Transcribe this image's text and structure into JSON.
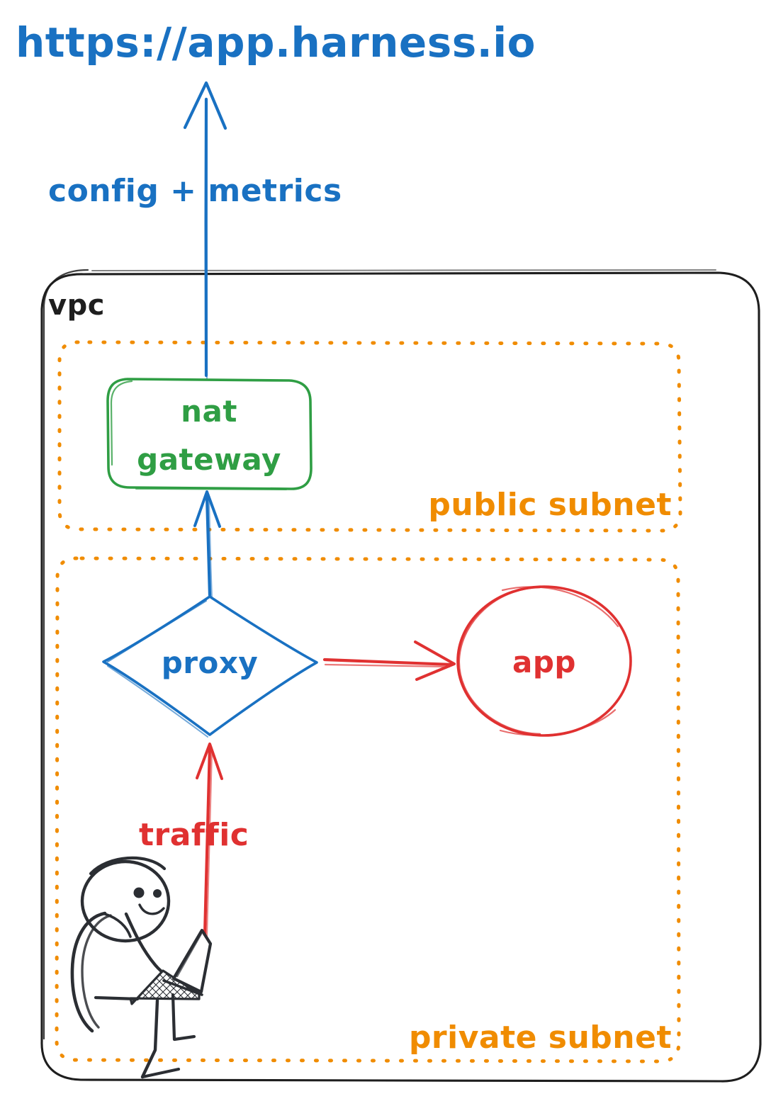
{
  "diagram": {
    "title": "Harness VPC proxy architecture (hand-drawn)",
    "external_endpoint": {
      "label": "https://app.harness.io",
      "color": "#1971c2"
    },
    "edges": [
      {
        "id": "nat-to-internet",
        "label": "config + metrics",
        "from": "nat gateway",
        "to": "https://app.harness.io",
        "color": "#1971c2",
        "direction": "up"
      },
      {
        "id": "proxy-to-nat",
        "label": "",
        "from": "proxy",
        "to": "nat gateway",
        "color": "#1971c2",
        "direction": "up"
      },
      {
        "id": "proxy-to-app",
        "label": "",
        "from": "proxy",
        "to": "app",
        "color": "#e03131",
        "direction": "right"
      },
      {
        "id": "user-to-proxy",
        "label": "traffic",
        "from": "user",
        "to": "proxy",
        "color": "#e03131",
        "direction": "up"
      }
    ],
    "vpc": {
      "label": "vpc",
      "color": "#1e1e1e"
    },
    "subnets": [
      {
        "id": "public-subnet",
        "label": "public subnet",
        "color": "#f08c00",
        "nodes": [
          {
            "id": "nat-gateway",
            "label_line1": "nat",
            "label_line2": "gateway",
            "shape": "rounded-rectangle",
            "color": "#2f9e44"
          }
        ]
      },
      {
        "id": "private-subnet",
        "label": "private subnet",
        "color": "#f08c00",
        "nodes": [
          {
            "id": "proxy",
            "label_line1": "proxy",
            "label_line2": "",
            "shape": "diamond",
            "color": "#1971c2"
          },
          {
            "id": "app",
            "label_line1": "app",
            "label_line2": "",
            "shape": "ellipse",
            "color": "#e03131"
          },
          {
            "id": "user",
            "label_line1": "",
            "label_line2": "",
            "shape": "stick-figure-with-laptop",
            "color": "#2b2e33"
          }
        ]
      }
    ],
    "palette": {
      "blue": "#1971c2",
      "green": "#2f9e44",
      "orange": "#f08c00",
      "red": "#e03131",
      "ink": "#1e1e1e",
      "figure": "#2b2e33",
      "background": "#ffffff"
    }
  }
}
